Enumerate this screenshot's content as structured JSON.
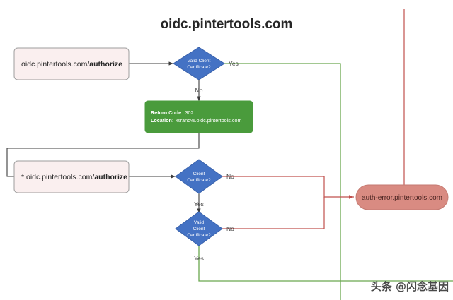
{
  "diagram": {
    "title": "oidc.pintertools.com",
    "colors": {
      "decision_fill": "#4472C4",
      "decision_stroke": "#3a62ab",
      "process_fill": "#4A9B3C",
      "process_text": "#ffffff",
      "terminal_fill": "#D98B82",
      "terminal_stroke": "#c47a71",
      "input_fill": "#FAEFEF",
      "input_stroke": "#9e9e9e",
      "edge_default": "#3d3d3d",
      "edge_yes": "#6aa84f",
      "edge_no": "#c0504d",
      "background": "#ffffff"
    },
    "nodes": {
      "request_1": {
        "label_plain": "oidc.pintertools.com/",
        "label_bold": "authorize",
        "type": "input"
      },
      "decision_1": {
        "lines": [
          "Valid Client",
          "Certificate?"
        ],
        "type": "decision"
      },
      "redirect": {
        "line1_bold": "Return Code:",
        "line1_value": "302",
        "line2_bold": "Location:",
        "line2_value": "%rand%.oidc.pintertools.com",
        "type": "process"
      },
      "request_2": {
        "label_plain": "*.oidc.pintertools.com/",
        "label_bold": "authorize",
        "type": "input"
      },
      "decision_2": {
        "lines": [
          "Client",
          "Certificate?"
        ],
        "type": "decision"
      },
      "decision_3": {
        "lines": [
          "Valid",
          "Client",
          "Certificate?"
        ],
        "type": "decision"
      },
      "error_terminal": {
        "label": "auth-error.pintertools.com",
        "type": "terminal"
      }
    },
    "edge_labels": {
      "d1_yes": "Yes",
      "d1_no": "No",
      "d2_no": "No",
      "d2_yes": "Yes",
      "d3_no": "No",
      "d3_yes": "Yes"
    },
    "watermark": {
      "text": "头条 @闪念基因"
    }
  }
}
